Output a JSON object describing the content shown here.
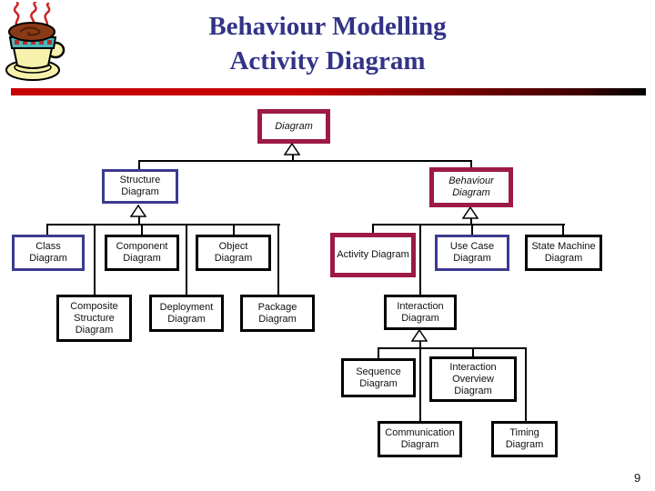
{
  "header": {
    "title_line1": "Behaviour Modelling",
    "title_line2": "Activity Diagram"
  },
  "page_number": "9",
  "colors": {
    "highlight_maroon": "#9c1a45",
    "secondary_navy": "#3b3b8f",
    "underline_red": "#c80000",
    "title_text": "#333387"
  },
  "icons": {
    "coffee_cup": "coffee-cup-clipart"
  },
  "nodes": {
    "diagram": "Diagram",
    "structure": "Structure Diagram",
    "behaviour": "Behaviour Diagram",
    "class": "Class Diagram",
    "component": "Component Diagram",
    "object": "Object Diagram",
    "activity": "Activity Diagram",
    "use_case": "Use Case Diagram",
    "state_machine": "State Machine Diagram",
    "composite": "Composite Structure Diagram",
    "deployment": "Deployment Diagram",
    "package": "Package Diagram",
    "interaction": "Interaction Diagram",
    "sequence": "Sequence Diagram",
    "interaction_overview": "Interaction Overview Diagram",
    "communication": "Communication Diagram",
    "timing": "Timing Diagram"
  },
  "hierarchy": [
    {
      "parent": "Diagram",
      "children": [
        "Structure Diagram",
        "Behaviour Diagram"
      ]
    },
    {
      "parent": "Structure Diagram",
      "children": [
        "Class Diagram",
        "Component Diagram",
        "Object Diagram",
        "Composite Structure Diagram",
        "Deployment Diagram",
        "Package Diagram"
      ]
    },
    {
      "parent": "Behaviour Diagram",
      "children": [
        "Activity Diagram",
        "Use Case Diagram",
        "State Machine Diagram",
        "Interaction Diagram"
      ]
    },
    {
      "parent": "Interaction Diagram",
      "children": [
        "Sequence Diagram",
        "Interaction Overview Diagram",
        "Communication Diagram",
        "Timing Diagram"
      ]
    }
  ]
}
